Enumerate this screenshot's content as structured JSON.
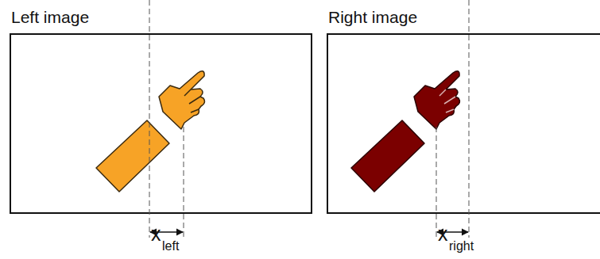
{
  "diagram": {
    "nodes": [
      {
        "text": [
          "Left image"
        ]
      },
      {
        "text": [
          "Right image"
        ]
      }
    ],
    "labels": [
      "x",
      "left",
      "x",
      "right"
    ]
  }
}
